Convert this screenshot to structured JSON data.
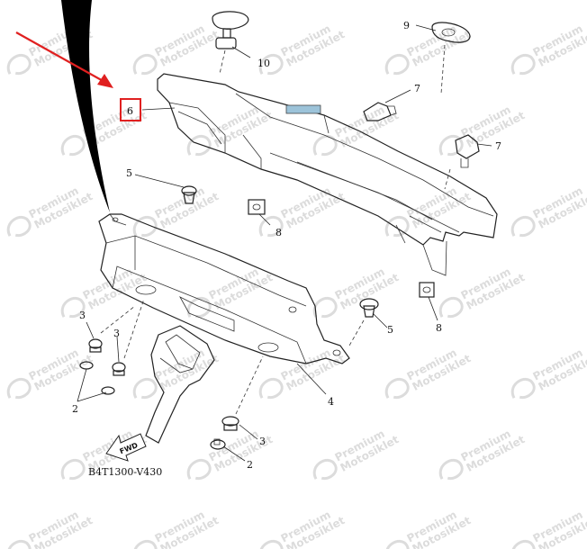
{
  "figure_code": "B4T1300-V430",
  "fwd_label": "FWD",
  "watermark": {
    "line1": "Premium",
    "line2": "Motosiklet"
  },
  "callouts": {
    "c2a": "2",
    "c2b": "2",
    "c3a": "3",
    "c3b": "3",
    "c3c": "3",
    "c4": "4",
    "c5a": "5",
    "c5b": "5",
    "c6": "6",
    "c7a": "7",
    "c7b": "7",
    "c8a": "8",
    "c8b": "8",
    "c9": "9",
    "c10": "10"
  },
  "colors": {
    "highlight_box": "#e02020",
    "arrow": "#e02020",
    "label_marker": "#9cc3d9",
    "watermark": "#dcdcdc"
  }
}
